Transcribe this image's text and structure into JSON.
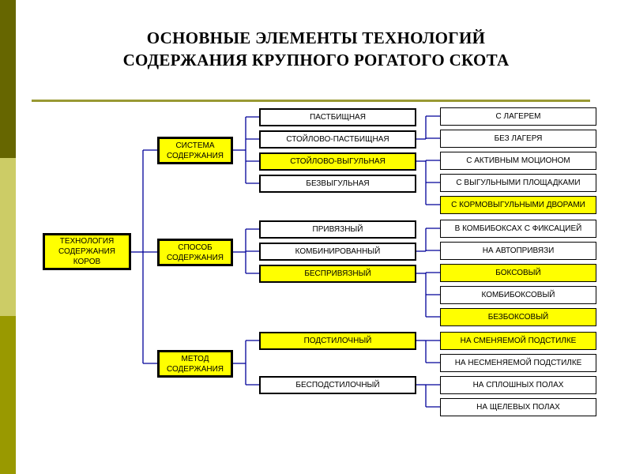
{
  "colors": {
    "sidebar_top": "#666600",
    "sidebar_mid": "#CCCC66",
    "sidebar_bottom": "#999900",
    "rule": "#999933",
    "highlight": "#FFFF00",
    "plain": "#FFFFFF",
    "connector": "#000099"
  },
  "title": {
    "line1": "ОСНОВНЫЕ ЭЛЕМЕНТЫ ТЕХНОЛОГИЙ",
    "line2": "СОДЕРЖАНИЯ КРУПНОГО РОГАТОГО СКОТА"
  },
  "root": {
    "label_lines": [
      "ТЕХНОЛОГИЯ",
      "СОДЕРЖАНИЯ",
      "КОРОВ"
    ],
    "highlighted": true
  },
  "categories": [
    {
      "label_lines": [
        "СИСТЕМА",
        "СОДЕРЖАНИЯ"
      ],
      "highlighted": true,
      "children": [
        {
          "label": "ПАСТБИЩНАЯ",
          "highlighted": false
        },
        {
          "label": "СТОЙЛОВО-ПАСТБИЩНАЯ",
          "highlighted": false
        },
        {
          "label": "СТОЙЛОВО-ВЫГУЛЬНАЯ",
          "highlighted": true
        },
        {
          "label": "БЕЗВЫГУЛЬНАЯ",
          "highlighted": false
        }
      ]
    },
    {
      "label_lines": [
        "СПОСОБ",
        "СОДЕРЖАНИЯ"
      ],
      "highlighted": true,
      "children": [
        {
          "label": "ПРИВЯЗНЫЙ",
          "highlighted": false
        },
        {
          "label": "КОМБИНИРОВАННЫЙ",
          "highlighted": false
        },
        {
          "label": "БЕСПРИВЯЗНЫЙ",
          "highlighted": true
        }
      ]
    },
    {
      "label_lines": [
        "МЕТОД",
        "СОДЕРЖАНИЯ"
      ],
      "highlighted": true,
      "children": [
        {
          "label": "ПОДСТИЛОЧНЫЙ",
          "highlighted": true
        },
        {
          "label": "БЕСПОДСТИЛОЧНЫЙ",
          "highlighted": false
        }
      ]
    }
  ],
  "details": [
    {
      "label": "С ЛАГЕРЕМ",
      "highlighted": false
    },
    {
      "label": "БЕЗ ЛАГЕРЯ",
      "highlighted": false
    },
    {
      "label": "С АКТИВНЫМ МОЦИОНОМ",
      "highlighted": false
    },
    {
      "label": "С ВЫГУЛЬНЫМИ ПЛОЩАДКАМИ",
      "highlighted": false
    },
    {
      "label": "С КОРМОВЫГУЛЬНЫМИ ДВОРАМИ",
      "highlighted": true
    },
    {
      "label": "В КОМБИБОКСАХ С ФИКСАЦИЕЙ",
      "highlighted": false
    },
    {
      "label": "НА АВТОПРИВЯЗИ",
      "highlighted": false
    },
    {
      "label": "БОКСОВЫЙ",
      "highlighted": true
    },
    {
      "label": "КОМБИБОКСОВЫЙ",
      "highlighted": false
    },
    {
      "label": "БЕЗБОКСОВЫЙ",
      "highlighted": true
    },
    {
      "label": "НА СМЕНЯЕМОЙ ПОДСТИЛКЕ",
      "highlighted": true
    },
    {
      "label": "НА НЕСМЕНЯЕМОЙ ПОДСТИЛКЕ",
      "highlighted": false
    },
    {
      "label": "НА СПЛОШНЫХ ПОЛАХ",
      "highlighted": false
    },
    {
      "label": "НА ЩЕЛЕВЫХ ПОЛАХ",
      "highlighted": false
    }
  ],
  "edges": {
    "level3_to_details": [
      {
        "from": "СТОЙЛОВО-ПАСТБИЩНАЯ",
        "to": [
          "С ЛАГЕРЕМ",
          "БЕЗ ЛАГЕРЯ"
        ]
      },
      {
        "from": "СТОЙЛОВО-ВЫГУЛЬНАЯ",
        "to": [
          "С АКТИВНЫМ МОЦИОНОМ",
          "С ВЫГУЛЬНЫМИ ПЛОЩАДКАМИ",
          "С КОРМОВЫГУЛЬНЫМИ ДВОРАМИ"
        ]
      },
      {
        "from": "КОМБИНИРОВАННЫЙ",
        "to": [
          "В КОМБИБОКСАХ С ФИКСАЦИЕЙ",
          "НА АВТОПРИВЯЗИ"
        ]
      },
      {
        "from": "БЕСПРИВЯЗНЫЙ",
        "to": [
          "БОКСОВЫЙ",
          "КОМБИБОКСОВЫЙ",
          "БЕЗБОКСОВЫЙ"
        ]
      },
      {
        "from": "ПОДСТИЛОЧНЫЙ",
        "to": [
          "НА СМЕНЯЕМОЙ ПОДСТИЛКЕ",
          "НА НЕСМЕНЯЕМОЙ ПОДСТИЛКЕ"
        ]
      },
      {
        "from": "БЕСПОДСТИЛОЧНЫЙ",
        "to": [
          "НА СПЛОШНЫХ ПОЛАХ",
          "НА ЩЕЛЕВЫХ ПОЛАХ"
        ]
      }
    ]
  }
}
